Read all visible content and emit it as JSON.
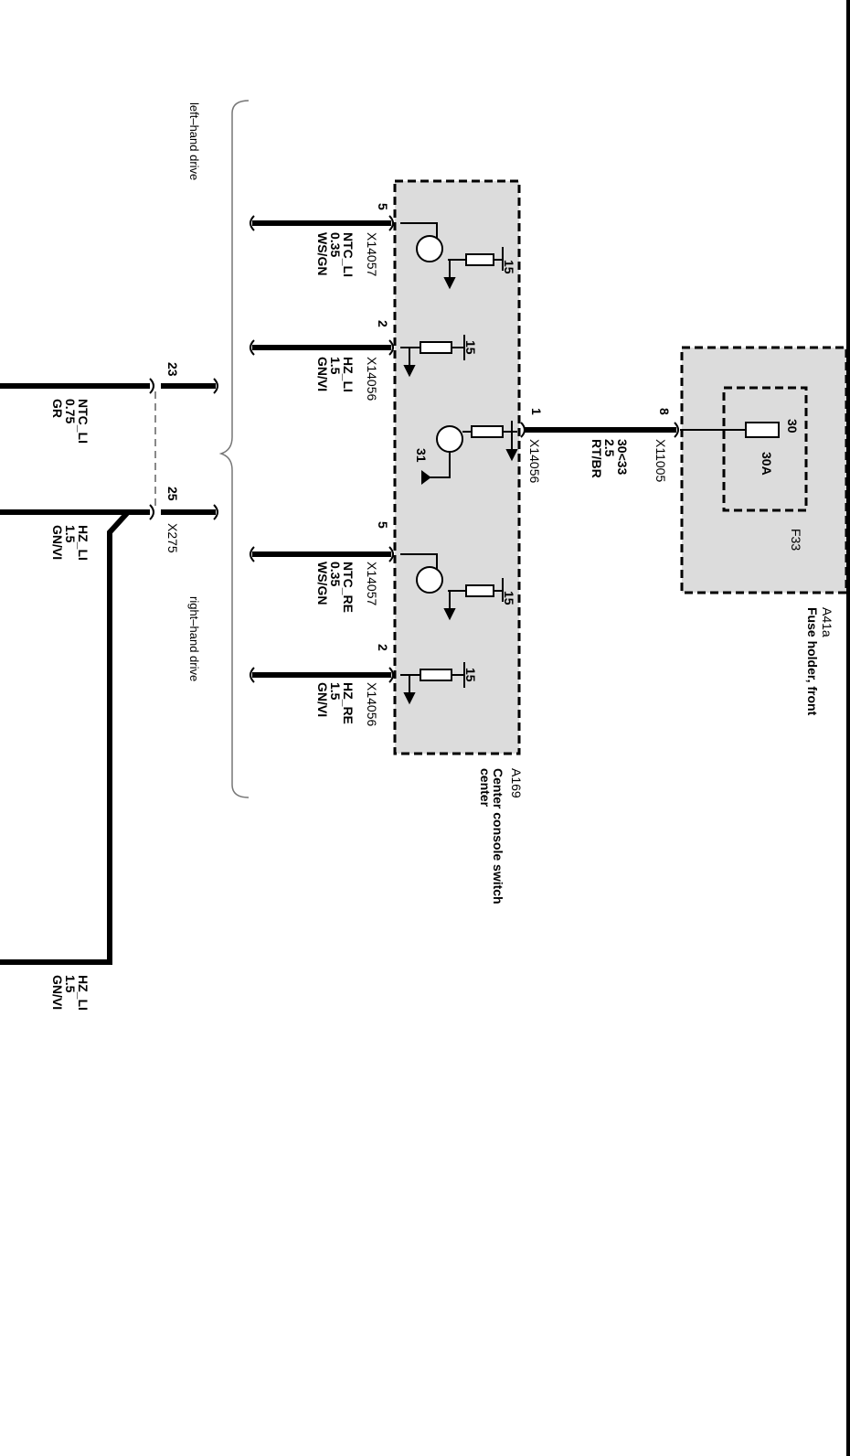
{
  "labels": {
    "lhd": "left–hand drive",
    "rhd": "right–hand drive",
    "a169_id": "A169",
    "a169_name_1": "Center console switch",
    "a169_name_2": "center",
    "a41a_id": "A41a",
    "a41a_name": "Fuse holder, front",
    "fuse_id": "F33",
    "fuse_rating": "30A",
    "fuse_term": "30",
    "x275": "X275",
    "x11005": "X11005",
    "x14056_main": "X14056",
    "pin_1": "1",
    "pin_8": "8",
    "pin_23": "23",
    "pin_25": "25",
    "ground_31": "31",
    "feed_circuit": "30<33",
    "feed_size": "2.5",
    "feed_color": "RT/BR"
  },
  "branches": [
    {
      "pin": "5",
      "connector": "X14057",
      "name": "NTC_LI",
      "size": "0.35",
      "color": "WS/GN",
      "term": "15"
    },
    {
      "pin": "2",
      "connector": "X14056",
      "name": "HZ_LI",
      "size": "1.5",
      "color": "GN/VI",
      "term": "15"
    },
    {
      "pin": "5",
      "connector": "X14057",
      "name": "NTC_RE",
      "size": "0.35",
      "color": "WS/GN",
      "term": "15"
    },
    {
      "pin": "2",
      "connector": "X14056",
      "name": "HZ_RE",
      "size": "1.5",
      "color": "GN/VI",
      "term": "15"
    }
  ],
  "lower_wires": [
    {
      "name": "NTC_LI",
      "size": "0.75",
      "color": "GR"
    },
    {
      "name": "HZ_LI",
      "size": "1.5",
      "color": "GN/VI"
    },
    {
      "name": "HZ_LI",
      "size": "1.5",
      "color": "GN/VI"
    }
  ]
}
